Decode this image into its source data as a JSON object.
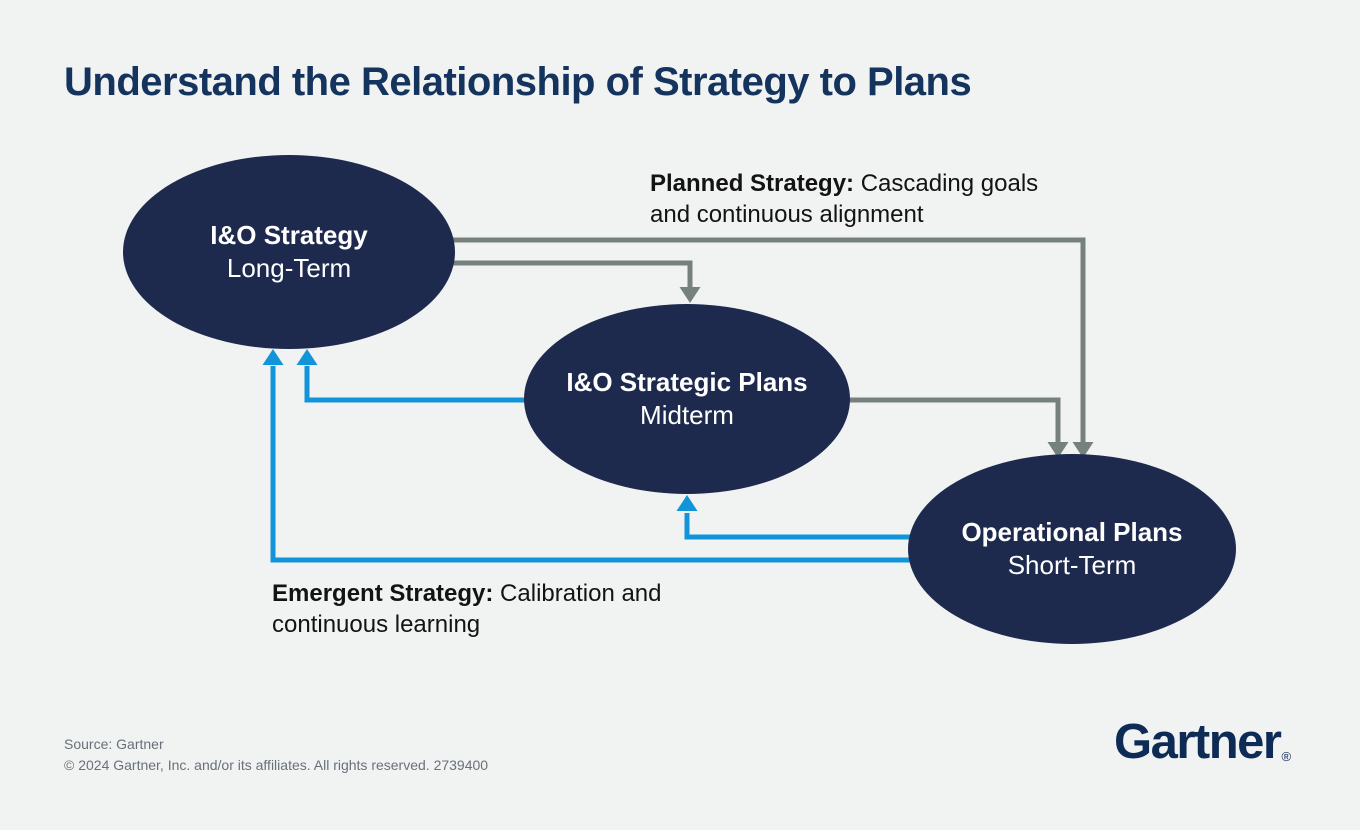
{
  "title": "Understand the Relationship of Strategy to Plans",
  "nodes": [
    {
      "id": "io-strategy",
      "title": "I&O Strategy",
      "subtitle": "Long-Term"
    },
    {
      "id": "io-strategic-plans",
      "title": "I&O Strategic Plans",
      "subtitle": "Midterm"
    },
    {
      "id": "operational-plans",
      "title": "Operational Plans",
      "subtitle": "Short-Term"
    }
  ],
  "annotations": {
    "planned": {
      "label": "Planned Strategy:",
      "text": " Cascading goals and continuous alignment"
    },
    "emergent": {
      "label": "Emergent Strategy:",
      "text": " Calibration and continuous learning"
    }
  },
  "edges": [
    {
      "from": "io-strategy",
      "to": "io-strategic-plans",
      "type": "planned"
    },
    {
      "from": "io-strategy",
      "to": "operational-plans",
      "type": "planned"
    },
    {
      "from": "io-strategic-plans",
      "to": "operational-plans",
      "type": "planned"
    },
    {
      "from": "operational-plans",
      "to": "io-strategic-plans",
      "type": "emergent"
    },
    {
      "from": "operational-plans",
      "to": "io-strategy",
      "type": "emergent"
    },
    {
      "from": "io-strategic-plans",
      "to": "io-strategy",
      "type": "emergent"
    }
  ],
  "footer": {
    "source": "Source: Gartner",
    "copyright": "© 2024 Gartner, Inc. and/or its affiliates. All rights reserved. 2739400"
  },
  "logo": {
    "text": "Gartner",
    "registered": "®"
  },
  "colors": {
    "background": "#f1f2f2",
    "title_navy": "#14335d",
    "ellipse_navy": "#1d2a4e",
    "planned_gray": "#76817e",
    "emergent_blue": "#1295d8",
    "annotation_black": "#131313",
    "footer_gray": "#68717a",
    "logo_navy": "#0d2b55",
    "node_text_white": "#ffffff"
  }
}
